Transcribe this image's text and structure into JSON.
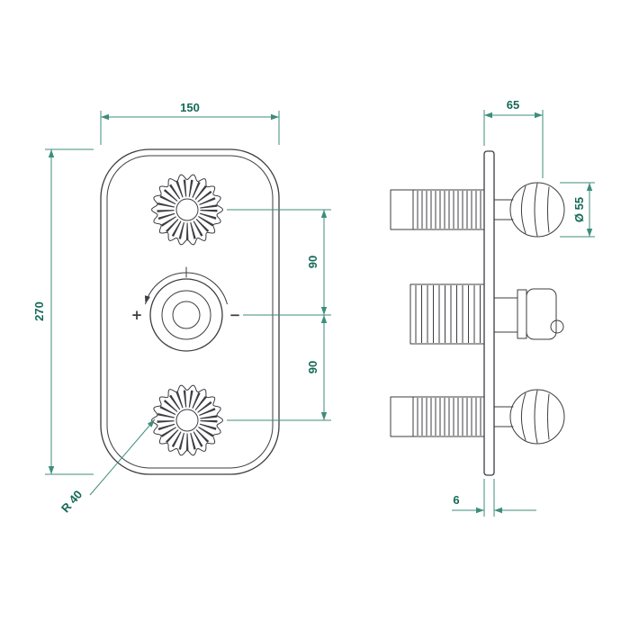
{
  "colors": {
    "outline": "#3d3d42",
    "dimension_line": "#3f8d7b",
    "dimension_text": "#156a57",
    "background": "#ffffff"
  },
  "front_view": {
    "dim_width": "150",
    "dim_height": "270",
    "dim_upper_spacing": "90",
    "dim_lower_spacing": "90",
    "dim_corner_radius": "R 40",
    "dial_plus": "+",
    "dial_minus": "−"
  },
  "side_view": {
    "dim_depth": "65",
    "dim_knob_diameter": "Ø 55",
    "dim_plate_thickness": "6"
  }
}
